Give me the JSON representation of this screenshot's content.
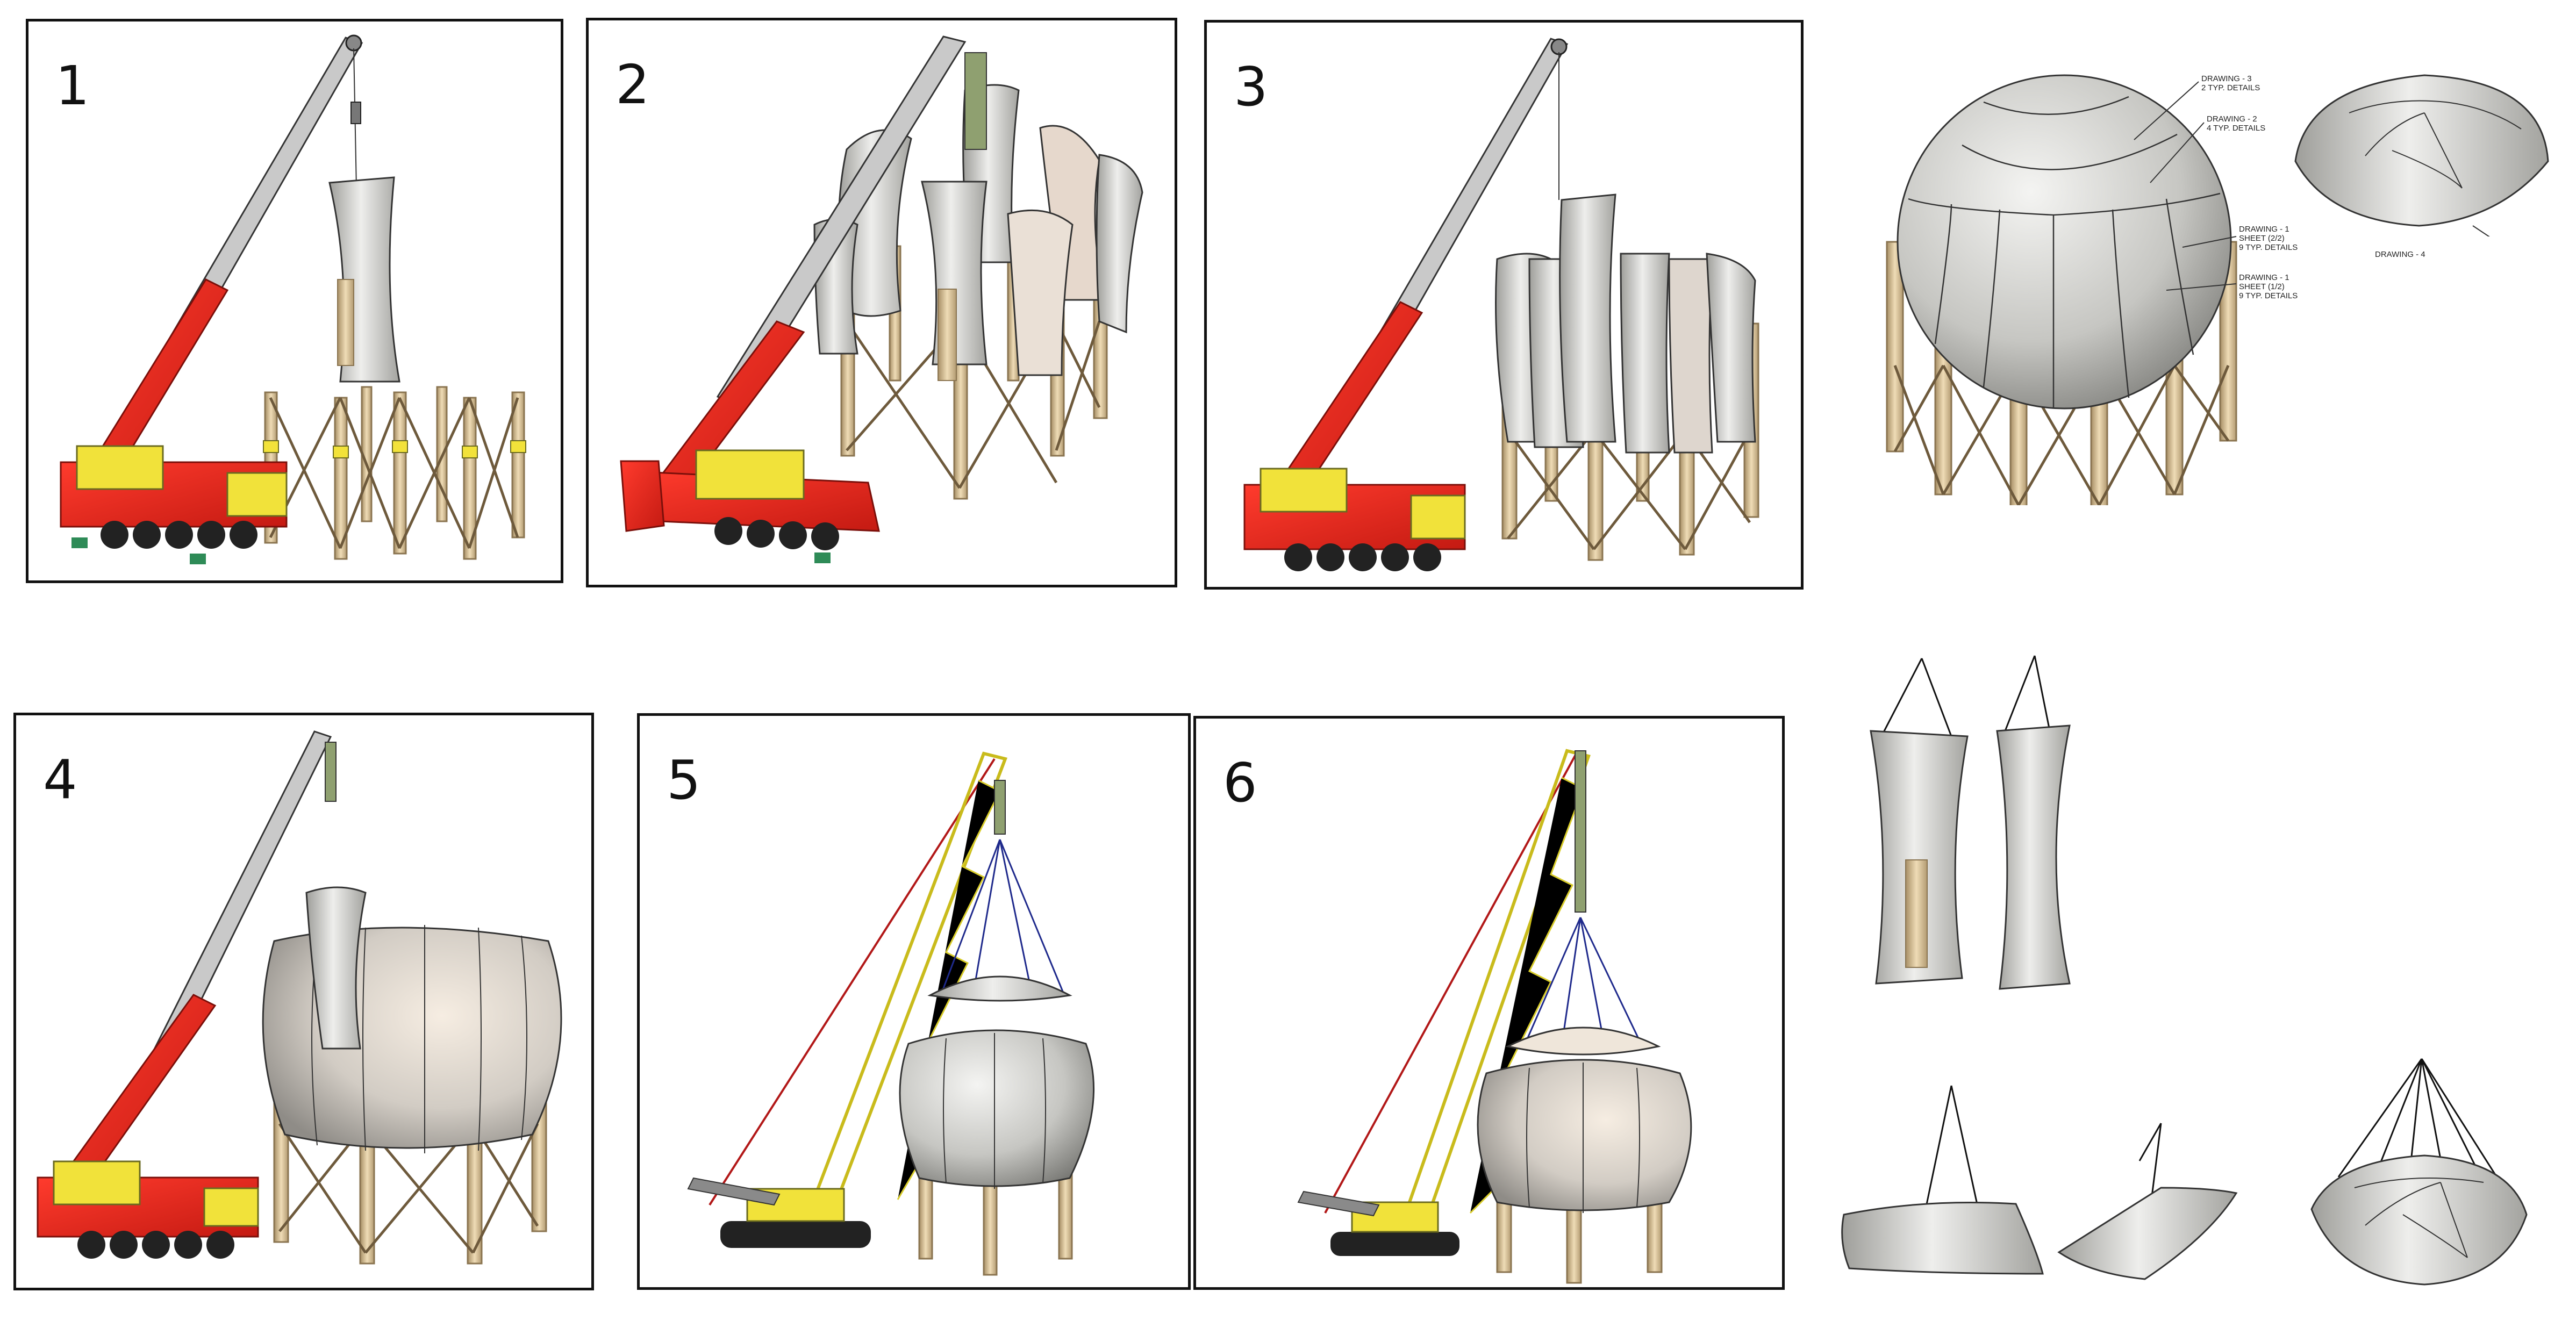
{
  "colors": {
    "shell": "#d9d9d6",
    "shell_dark": "#a8a8a4",
    "leg": "#ddc9a3",
    "leg_dark": "#b89f74",
    "crane_red": "#e82a1f",
    "crane_yellow": "#f1e23a",
    "boom_grey": "#c9c9c9",
    "lattice_yellow": "#ece135",
    "sling_blue": "#1f2a8c",
    "pendant_red": "#b21818",
    "outline": "#222222"
  },
  "steps": [
    {
      "number": "1",
      "icon": "mobile-crane-lifting-petal"
    },
    {
      "number": "2",
      "icon": "mobile-crane-placing-petals-around-legs"
    },
    {
      "number": "3",
      "icon": "mobile-crane-closing-equator-belt"
    },
    {
      "number": "4",
      "icon": "mobile-crane-last-petal"
    },
    {
      "number": "5",
      "icon": "crawler-crane-lifting-cap"
    },
    {
      "number": "6",
      "icon": "crawler-crane-setting-cap"
    }
  ],
  "callouts": {
    "drawing3": "DRAWING - 3\n2 TYP. DETAILS",
    "drawing2": "DRAWING - 2\n4 TYP. DETAILS",
    "drawing1_sheet2": "DRAWING - 1\nSHEET (2/2)\n9 TYP. DETAILS",
    "drawing1_sheet1": "DRAWING - 1\nSHEET (1/2)\n9 TYP. DETAILS",
    "drawing4": "DRAWING - 4"
  }
}
